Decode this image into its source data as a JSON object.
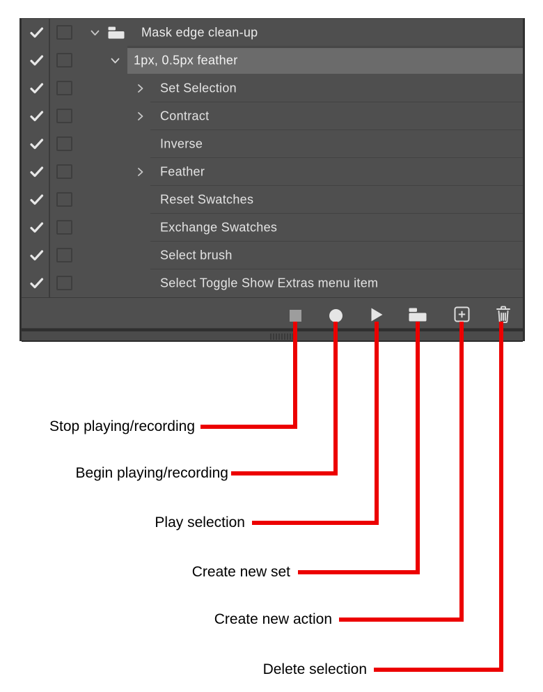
{
  "panel": {
    "rows": [
      {
        "label": "Mask edge clean-up",
        "type": "set",
        "checked": true,
        "dialog_toggle": false,
        "expanded": true,
        "selected": false
      },
      {
        "label": "1px, 0.5px feather",
        "type": "action",
        "checked": true,
        "dialog_toggle": false,
        "expanded": true,
        "selected": true
      },
      {
        "label": "Set Selection",
        "type": "step",
        "checked": true,
        "dialog_toggle": false,
        "expandable": true
      },
      {
        "label": "Contract",
        "type": "step",
        "checked": true,
        "dialog_toggle": false,
        "expandable": true
      },
      {
        "label": "Inverse",
        "type": "step",
        "checked": true,
        "dialog_toggle": false,
        "expandable": false
      },
      {
        "label": "Feather",
        "type": "step",
        "checked": true,
        "dialog_toggle": false,
        "expandable": true
      },
      {
        "label": "Reset Swatches",
        "type": "step",
        "checked": true,
        "dialog_toggle": false,
        "expandable": false
      },
      {
        "label": "Exchange Swatches",
        "type": "step",
        "checked": true,
        "dialog_toggle": false,
        "expandable": false
      },
      {
        "label": "Select brush",
        "type": "step",
        "checked": true,
        "dialog_toggle": false,
        "expandable": false
      },
      {
        "label": "Select Toggle Show Extras menu item",
        "type": "step",
        "checked": true,
        "dialog_toggle": false,
        "expandable": false
      }
    ],
    "toolbar": {
      "buttons": [
        {
          "name": "Stop playing/recording",
          "icon": "stop-icon"
        },
        {
          "name": "Begin playing/recording",
          "icon": "record-icon"
        },
        {
          "name": "Play selection",
          "icon": "play-icon"
        },
        {
          "name": "Create new set",
          "icon": "new-set-folder-icon"
        },
        {
          "name": "Create new action",
          "icon": "new-action-plus-icon"
        },
        {
          "name": "Delete selection",
          "icon": "trash-icon"
        }
      ]
    }
  },
  "annotations": {
    "items": [
      {
        "label": "Stop playing/recording"
      },
      {
        "label": "Begin playing/recording"
      },
      {
        "label": "Play selection"
      },
      {
        "label": "Create new set"
      },
      {
        "label": "Create new action"
      },
      {
        "label": "Delete selection"
      }
    ]
  },
  "colors": {
    "annotation_red": "#ec0000",
    "panel_background": "#4f4f4f",
    "selected_row": "#6b6b6b",
    "row_text": "#e3e3e3",
    "icon_light": "#e5e5e5",
    "stop_gray": "#9d9d9d",
    "callout_text": "#000000"
  }
}
